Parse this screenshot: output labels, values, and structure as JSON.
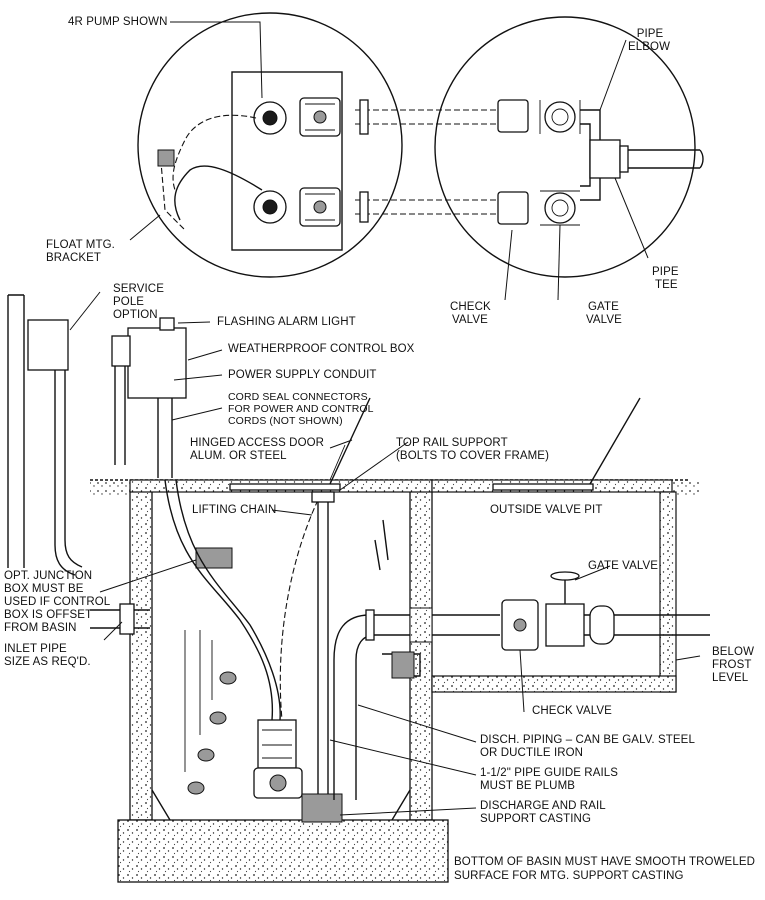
{
  "labels": {
    "pump_4r": "4R PUMP SHOWN",
    "pipe_elbow_1": "PIPE",
    "pipe_elbow_2": "ELBOW",
    "float_bracket_1": "FLOAT MTG.",
    "float_bracket_2": "BRACKET",
    "pipe_tee_1": "PIPE",
    "pipe_tee_2": "TEE",
    "check_valve_top_1": "CHECK",
    "check_valve_top_2": "VALVE",
    "gate_valve_top_1": "GATE",
    "gate_valve_top_2": "VALVE",
    "service_pole_1": "SERVICE",
    "service_pole_2": "POLE",
    "service_pole_3": "OPTION",
    "flashing_alarm": "FLASHING ALARM LIGHT",
    "control_box": "WEATHERPROOF CONTROL BOX",
    "power_conduit": "POWER SUPPLY CONDUIT",
    "cord_seal_1": "CORD SEAL CONNECTORS",
    "cord_seal_2": "FOR POWER AND CONTROL",
    "cord_seal_3": "CORDS (NOT SHOWN)",
    "hinged_door_1": "HINGED ACCESS DOOR",
    "hinged_door_2": "ALUM. OR STEEL",
    "top_rail_1": "TOP RAIL SUPPORT",
    "top_rail_2": "(BOLTS TO COVER FRAME)",
    "lifting_chain": "LIFTING CHAIN",
    "valve_pit": "OUTSIDE VALVE PIT",
    "gate_valve_side": "GATE VALVE",
    "junction_box_1": "OPT. JUNCTION",
    "junction_box_2": "BOX MUST BE",
    "junction_box_3": "USED IF CONTROL",
    "junction_box_4": "BOX IS OFFSET",
    "junction_box_5": "FROM BASIN",
    "inlet_pipe_1": "INLET PIPE",
    "inlet_pipe_2": "SIZE AS REQ'D.",
    "below_frost_1": "BELOW",
    "below_frost_2": "FROST",
    "below_frost_3": "LEVEL",
    "check_valve_side": "CHECK VALVE",
    "disch_piping_1": "DISCH. PIPING – CAN BE GALV. STEEL",
    "disch_piping_2": "OR DUCTILE IRON",
    "guide_rails_1": "1-1/2\" PIPE GUIDE RAILS",
    "guide_rails_2": "MUST BE PLUMB",
    "support_casting_1": "DISCHARGE AND RAIL",
    "support_casting_2": "SUPPORT CASTING",
    "bottom_basin_1": "BOTTOM OF BASIN MUST HAVE SMOOTH TROWELED",
    "bottom_basin_2": "SURFACE FOR MTG. SUPPORT CASTING"
  }
}
